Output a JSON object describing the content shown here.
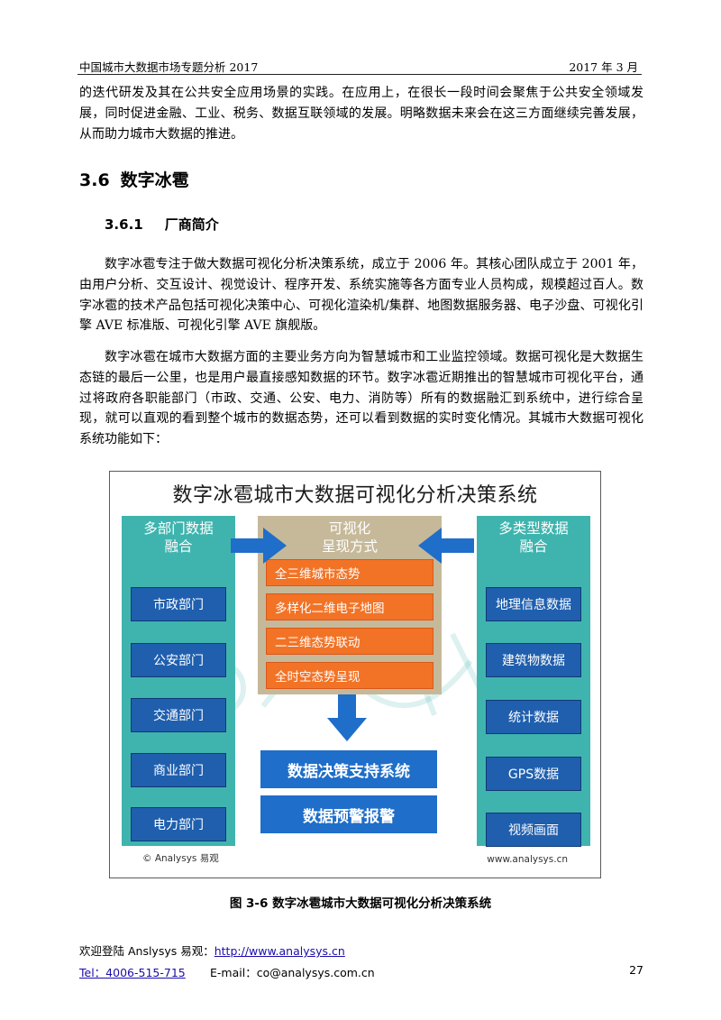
{
  "header": {
    "left": "中国城市大数据市场专题分析 2017",
    "right": "2017 年 3 月"
  },
  "intro_paragraph": "的迭代研发及其在公共安全应用场景的实践。在应用上，在很长一段时间会聚焦于公共安全领域发展，同时促进金融、工业、税务、数据互联领域的发展。明略数据未来会在这三方面继续完善发展，从而助力城市大数据的推进。",
  "section": {
    "number": "3.6",
    "title": "数字冰雹"
  },
  "subsection": {
    "number": "3.6.1",
    "title": "厂商简介"
  },
  "paragraphs": [
    "数字冰雹专注于做大数据可视化分析决策系统，成立于 2006 年。其核心团队成立于 2001 年，由用户分析、交互设计、视觉设计、程序开发、系统实施等各方面专业人员构成，规模超过百人。数字冰雹的技术产品包括可视化决策中心、可视化渲染机/集群、地图数据服务器、电子沙盘、可视化引擎 AVE 标准版、可视化引擎 AVE 旗舰版。",
    "数字冰雹在城市大数据方面的主要业务方向为智慧城市和工业监控领域。数据可视化是大数据生态链的最后一公里，也是用户最直接感知数据的环节。数字冰雹近期推出的智慧城市可视化平台，通过将政府各职能部门（市政、交通、公安、电力、消防等）所有的数据融汇到系统中，进行综合呈现，就可以直观的看到整个城市的数据态势，还可以看到数据的实时变化情况。其城市大数据可视化系统功能如下："
  ],
  "figure": {
    "title": "数字冰雹城市大数据可视化分析决策系统",
    "left_panel": {
      "title_line1": "多部门数据",
      "title_line2": "融合",
      "items": [
        "市政部门",
        "公安部门",
        "交通部门",
        "商业部门",
        "电力部门"
      ]
    },
    "center_panel": {
      "title_line1": "可视化",
      "title_line2": "呈现方式",
      "items": [
        "全三维城市态势",
        "多样化二维电子地图",
        "二三维态势联动",
        "全时空态势呈现"
      ]
    },
    "right_panel": {
      "title_line1": "多类型数据",
      "title_line2": "融合",
      "items": [
        "地理信息数据",
        "建筑物数据",
        "统计数据",
        "GPS数据",
        "视频画面"
      ]
    },
    "bottom_boxes": [
      "数据决策支持系统",
      "数据预警报警"
    ],
    "footer_left": "© Analysys 易观",
    "footer_right": "www.analysys.cn",
    "colors": {
      "panel": "#3fb4ae",
      "pill": "#1f5fae",
      "center": "#c6b99a",
      "orange": "#f27326",
      "arrow": "#1f6ec9"
    }
  },
  "caption": "图 3-6 数字冰雹城市大数据可视化分析决策系统",
  "footer": {
    "welcome": "欢迎登陆 Anslysys 易观：",
    "url": "http://www.analysys.cn",
    "tel": "Tel：4006-515-715",
    "email": "E-mail：co@analysys.com.cn",
    "page": "27"
  }
}
